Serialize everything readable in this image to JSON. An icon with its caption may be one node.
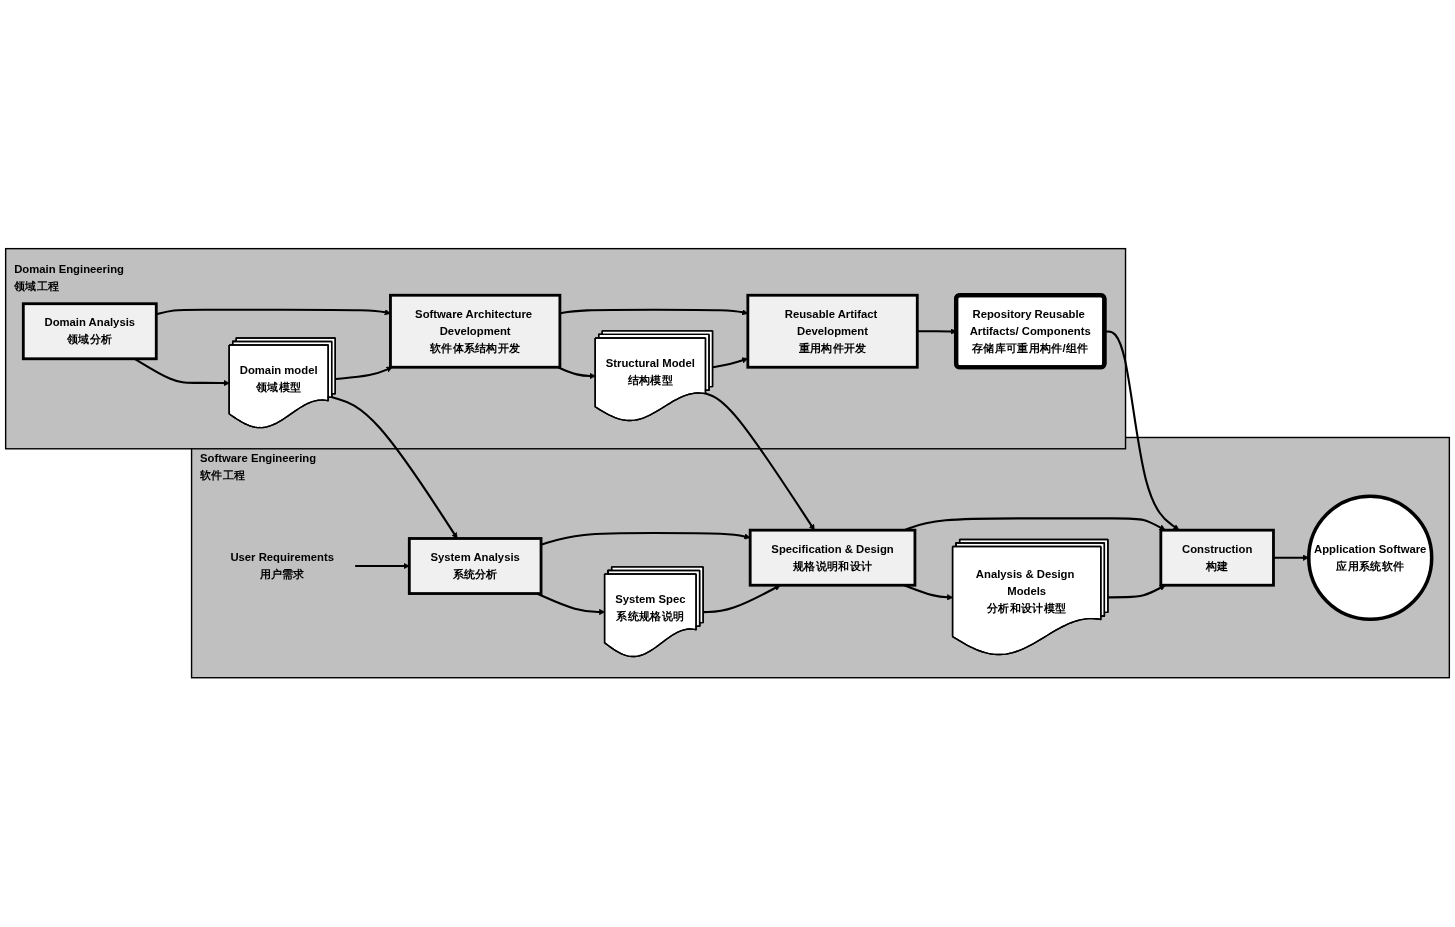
{
  "diagram": {
    "nodes": [
      {
        "text": [
          "Domain Engineering",
          "领域工程"
        ]
      },
      {
        "text": [
          "Domain Analysis",
          "领域分析"
        ],
        "in": 0
      },
      {
        "text": [
          "Software Architecture Development",
          "软件体系结构开发"
        ],
        "in": 0
      },
      {
        "text": [
          "Reusable Artifact Development",
          "重用构件开发"
        ],
        "in": 0
      },
      {
        "text": [
          "Domain model",
          "领域模型"
        ],
        "in": 0
      },
      {
        "text": [
          "Structural Model",
          "结构模型"
        ],
        "in": 0
      },
      {
        "text": [
          "Repository Reusable Artifacts/ Components",
          "存储库可重用构件/组件"
        ],
        "in": 0
      },
      {
        "text": [
          "Software Engineering",
          "软件工程"
        ]
      },
      {
        "text": [
          "User Requirements",
          "用户需求"
        ],
        "in": 7
      },
      {
        "text": [
          "System Analysis",
          "系统分析"
        ],
        "in": 7
      },
      {
        "text": [
          "Specification & Design",
          "规格说明和设计"
        ],
        "in": 7
      },
      {
        "text": [
          "Construction",
          "构建"
        ],
        "in": 7
      },
      {
        "text": [
          "System Spec",
          "系统规格说明"
        ],
        "in": 7
      },
      {
        "text": [
          "Analysis & Design Models",
          "分析和设计模型"
        ],
        "in": 7
      },
      {
        "text": [
          "Application Software",
          "应用系统软件"
        ],
        "in": 7
      }
    ],
    "edges": [
      {
        "from": 1,
        "to": 2,
        "arrow": "to"
      },
      {
        "from": 2,
        "to": 3,
        "arrow": "to"
      },
      {
        "from": 3,
        "to": 6,
        "arrow": "to"
      },
      {
        "from": 1,
        "to": 4,
        "arrow": "to"
      },
      {
        "from": 4,
        "to": 2,
        "arrow": "to"
      },
      {
        "from": 2,
        "to": 5,
        "arrow": "to"
      },
      {
        "from": 5,
        "to": 3,
        "arrow": "to"
      },
      {
        "from": 4,
        "to": 9,
        "arrow": "to"
      },
      {
        "from": 5,
        "to": 10,
        "arrow": "to"
      },
      {
        "from": 6,
        "to": 11,
        "arrow": "to"
      },
      {
        "from": 8,
        "to": 9,
        "arrow": "to"
      },
      {
        "from": 9,
        "to": 10,
        "arrow": "to"
      },
      {
        "from": 10,
        "to": 11,
        "arrow": "to"
      },
      {
        "from": 11,
        "to": 14,
        "arrow": "to"
      },
      {
        "from": 9,
        "to": 12,
        "arrow": "to"
      },
      {
        "from": 12,
        "to": 10,
        "arrow": "to"
      },
      {
        "from": 10,
        "to": 13,
        "arrow": "to"
      },
      {
        "from": 13,
        "to": 11,
        "arrow": "to"
      }
    ]
  }
}
